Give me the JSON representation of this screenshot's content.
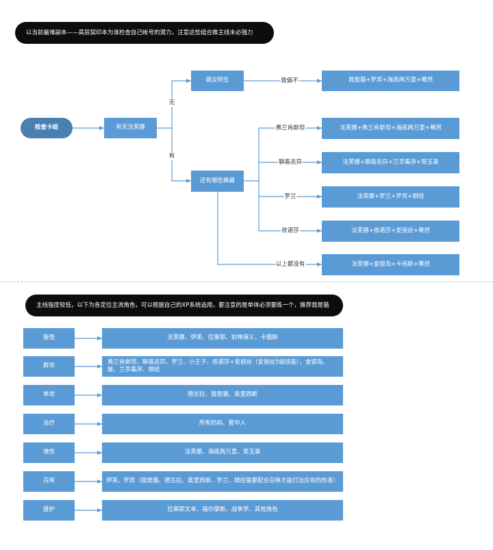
{
  "section1": {
    "title": "以当前最难副本——高层契印本为准检查自己帐号的潜力，注意这些组合推主线未必强力",
    "start_node": "检查卡组",
    "decision_node": "有无法芙娜",
    "branch_no_label": "无",
    "branch_yes_label": "有",
    "no_node": "建议转生",
    "no_edge_label": "我偏不",
    "no_result": "我是猫+罗宾+海底两万里+蓦然",
    "yes_node": "还有哪些典藏",
    "yes_options": [
      {
        "label": "弗兰肯斯坦",
        "result": "法芙娜+弗兰肯斯坦+海底两万里+蓦然"
      },
      {
        "label": "聊斋志异",
        "result": "法芙娜+聊斋志异+兰亭集序+翠玉录"
      },
      {
        "label": "罗兰",
        "result": "法芙娜+罗兰+罗宾+棋经"
      },
      {
        "label": "依诺莎",
        "result": "法芙娜+依诺莎+爱丽丝+蓦然"
      },
      {
        "label": "以上都没有",
        "result": "法芙娜+金银岛+卡徭斯+蓦然"
      }
    ]
  },
  "section2": {
    "title": "主线强度较低，以下为各定位主流角色，可以根据自己的XP系统选用，要注意的是单体必须要练一个，推荐我是猫",
    "rows": [
      {
        "role": "振怪",
        "chars": "法芙娜、伊芙、拉莱耶、封神演义、卡俄斯"
      },
      {
        "role": "群攻",
        "chars": "弗兰肯斯坦、聊斋志异、罗兰、小王子、依诺莎+爱丽丝（爱丽丝5级技能），金银岛、媛、兰亭集序、棋经"
      },
      {
        "role": "单攻",
        "chars": "德古拉、我是猫、奥里西斯"
      },
      {
        "role": "治疗",
        "chars": "所有奶妈、套中人"
      },
      {
        "role": "增伤",
        "chars": "法芙娜、海底两万里、翠玉录"
      },
      {
        "role": "召唤",
        "chars": "伊芙、罗宾（我是猫、德古拉、奥里西斯、罗兰、棋经需要配合召唤才能打出应有的伤害）"
      },
      {
        "role": "援护",
        "chars": "拉莱耶文本、福尔摩斯、战争学、其他角色"
      }
    ]
  },
  "colors": {
    "box": "#5b9bd5",
    "start": "#4a7fb4",
    "title_bg": "#0d0d0d",
    "line": "#5b9bd5"
  }
}
